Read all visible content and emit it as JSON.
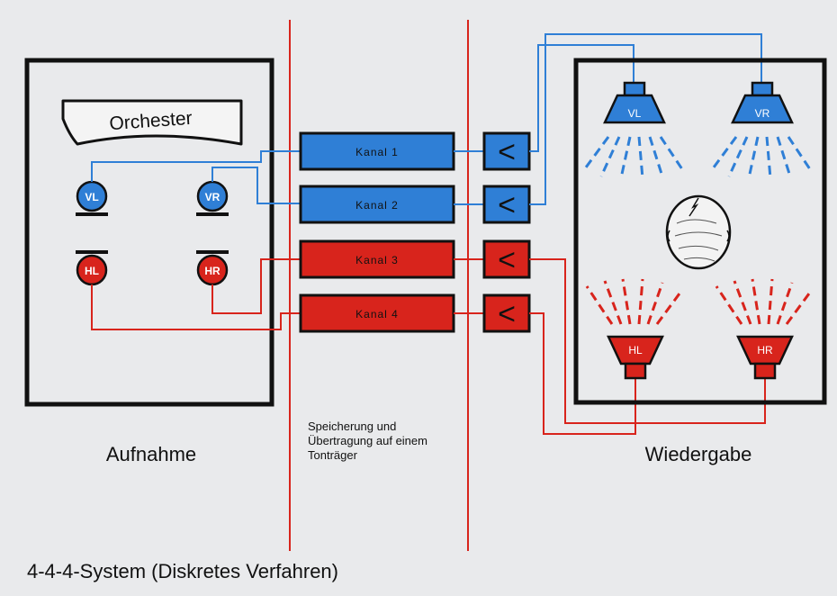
{
  "colors": {
    "background": "#e9eaec",
    "blue": "#2f7fd6",
    "red": "#d8241c",
    "divider": "#d8241c",
    "frame": "#111111"
  },
  "recording": {
    "label": "Aufnahme",
    "stage_label": "Orchester",
    "mics": [
      {
        "id": "VL",
        "color": "blue"
      },
      {
        "id": "VR",
        "color": "blue"
      },
      {
        "id": "HL",
        "color": "red"
      },
      {
        "id": "HR",
        "color": "red"
      }
    ]
  },
  "storage": {
    "text_lines": [
      "Speicherung und",
      "Übertragung auf einem",
      "Tonträger"
    ],
    "channels": [
      {
        "label": "Kanal 1",
        "color": "blue"
      },
      {
        "label": "Kanal 2",
        "color": "blue"
      },
      {
        "label": "Kanal 3",
        "color": "red"
      },
      {
        "label": "Kanal 4",
        "color": "red"
      }
    ],
    "amplifier_symbol": "<"
  },
  "playback": {
    "label": "Wiedergabe",
    "speakers": [
      {
        "id": "VL",
        "color": "blue"
      },
      {
        "id": "VR",
        "color": "blue"
      },
      {
        "id": "HL",
        "color": "red"
      },
      {
        "id": "HR",
        "color": "red"
      }
    ],
    "listener_icon": "listener-head-icon"
  },
  "footer_title": "4-4-4-System (Diskretes Verfahren)"
}
